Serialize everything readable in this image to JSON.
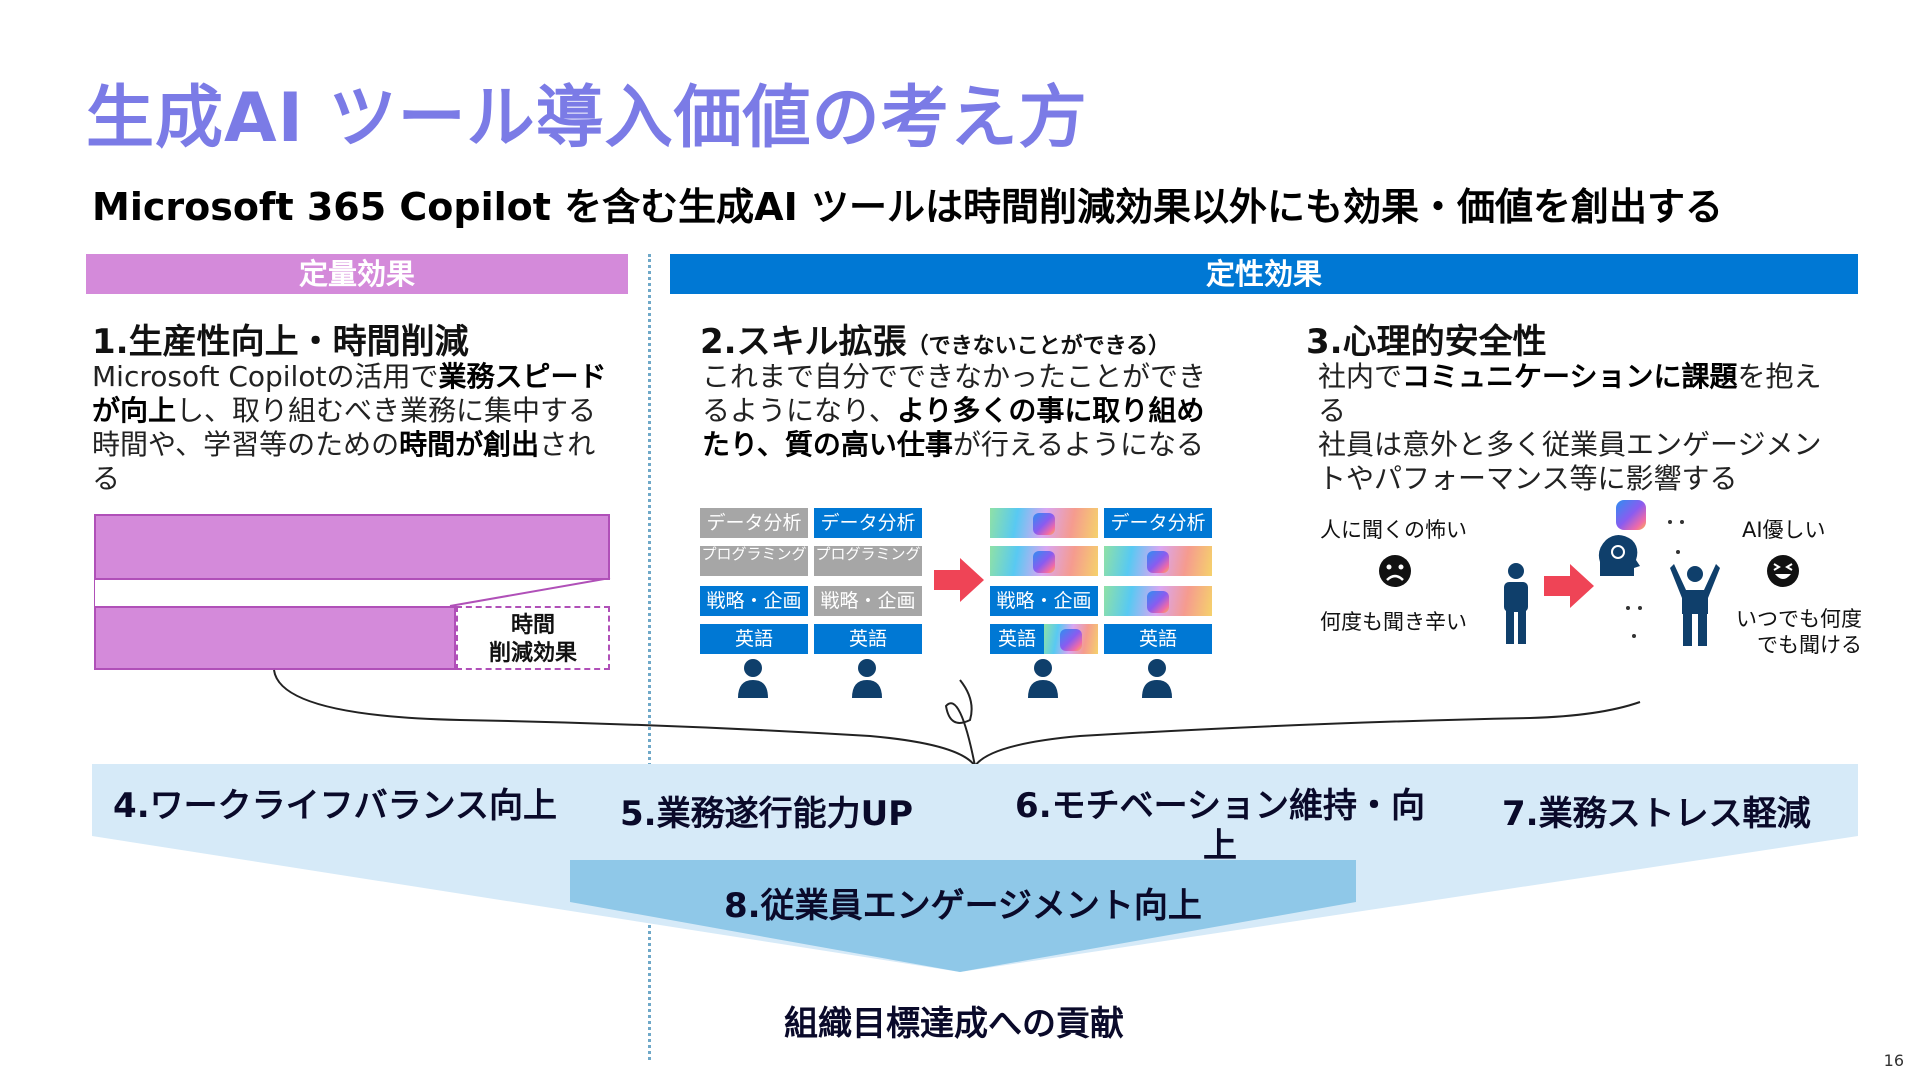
{
  "title": "生成AI ツール導入価値の考え方",
  "subtitle": "Microsoft 365 Copilot を含む生成AI ツールは時間削減効果以外にも効果・価値を創出する",
  "bands": {
    "quantitative": "定量効果",
    "qualitative": "定性効果"
  },
  "sections": {
    "s1": {
      "title": "1.生産性向上・時間削減",
      "text_a": "Microsoft Copilotの活用で",
      "text_b": "業務スピード",
      "text_c": "が向上",
      "text_d": "し、取り組むべき業務に集中する時間や、学習等のための",
      "text_e": "時間が創出",
      "text_f": "される",
      "time_cut_label_1": "時間",
      "time_cut_label_2": "削減効果"
    },
    "s2": {
      "title": "2.スキル拡張",
      "title_note": "（できないことができる）",
      "text_a": "これまで自分でできなかったことができるようになり、",
      "text_b": "より多くの事に取り組めたり、質の高い仕事",
      "text_c": "が行えるようになる",
      "skills": {
        "data": "データ分析",
        "prog": "プログラミング",
        "strategy": "戦略・企画",
        "english": "英語"
      }
    },
    "s3": {
      "title": "3.心理的安全性",
      "text_a": "社内で",
      "text_b": "コミュニケーションに課題",
      "text_c": "を抱える",
      "text_d": "社員は意外と多く従業員エンゲージメントやパフォーマンス等に影響する",
      "note_fear": "人に聞くの怖い",
      "note_hard": "何度も聞き辛い",
      "note_ai_kind": "AI優しい",
      "note_anytime": "いつでも何度でも聞ける"
    }
  },
  "outcomes": {
    "o4": "4.ワークライフバランス向上",
    "o5": "5.業務遂行能力UP",
    "o6": "6.モチベーション維持・向上",
    "o7": "7.業務ストレス軽減",
    "o8": "8.従業員エンゲージメント向上"
  },
  "conclusion": "組織目標達成への貢献",
  "page_number": "16",
  "colors": {
    "title": "#7b7be6",
    "quant": "#d48ada",
    "qual": "#0078d4",
    "light_blue": "#d6eaf8",
    "mid_blue": "#8fc8e8",
    "arrow": "#ef4456"
  }
}
